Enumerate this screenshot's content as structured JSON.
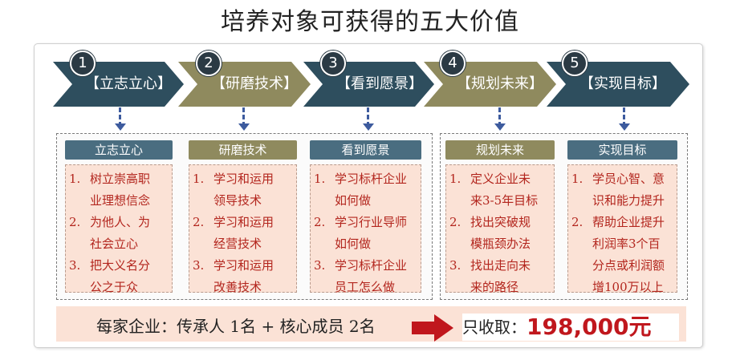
{
  "title": "培养对象可获得的五大价值",
  "steps": [
    {
      "num": "1",
      "label": "【立志立心】",
      "color": "#2e4e5e"
    },
    {
      "num": "2",
      "label": "【研磨技术】",
      "color": "#8f8a5e"
    },
    {
      "num": "3",
      "label": "【看到愿景】",
      "color": "#2e4e5e"
    },
    {
      "num": "4",
      "label": "【规划未来】",
      "color": "#8f8a5e"
    },
    {
      "num": "5",
      "label": "【实现目标】",
      "color": "#2e4e5e"
    }
  ],
  "columns": [
    {
      "head": "立志立心",
      "color": "#4a6d80",
      "items": [
        {
          "n": "1.",
          "lines": [
            "树立崇高职",
            "业理想信念"
          ]
        },
        {
          "n": "2.",
          "lines": [
            "为他人、为",
            "社会立心"
          ]
        },
        {
          "n": "3.",
          "lines": [
            "把大义名分",
            "公之于众"
          ]
        }
      ]
    },
    {
      "head": "研磨技术",
      "color": "#8f8a5e",
      "items": [
        {
          "n": "1.",
          "lines": [
            "学习和运用",
            "领导技术"
          ]
        },
        {
          "n": "2.",
          "lines": [
            "学习和运用",
            "经营技术"
          ]
        },
        {
          "n": "3.",
          "lines": [
            "学习和运用",
            "改善技术"
          ]
        }
      ]
    },
    {
      "head": "看到愿景",
      "color": "#4a6d80",
      "items": [
        {
          "n": "1.",
          "lines": [
            "学习标杆企业",
            "如何做"
          ]
        },
        {
          "n": "2.",
          "lines": [
            "学习行业导师",
            "如何做"
          ]
        },
        {
          "n": "3.",
          "lines": [
            "学习标杆企业",
            "员工怎么做"
          ]
        }
      ]
    },
    {
      "head": "规划未来",
      "color": "#8f8a5e",
      "items": [
        {
          "n": "1.",
          "lines": [
            "定义企业未",
            "来3-5年目标"
          ]
        },
        {
          "n": "2.",
          "lines": [
            "找出突破规",
            "模瓶颈办法"
          ]
        },
        {
          "n": "3.",
          "lines": [
            "找出走向未",
            "来的路径"
          ]
        }
      ]
    },
    {
      "head": "实现目标",
      "color": "#4a6d80",
      "items": [
        {
          "n": "1.",
          "lines": [
            "学员心智、意",
            "识和能力提升"
          ]
        },
        {
          "n": "2.",
          "lines": [
            "帮助企业提升",
            "利润率3个百",
            "分点或利润额",
            "增100万以上"
          ]
        }
      ]
    }
  ],
  "bottom": {
    "left_text": "每家企业：传承人 1名 + 核心成员 2名",
    "right_prefix": "只收取：",
    "price": "198,000元",
    "arrow_color": "#c0171d"
  }
}
